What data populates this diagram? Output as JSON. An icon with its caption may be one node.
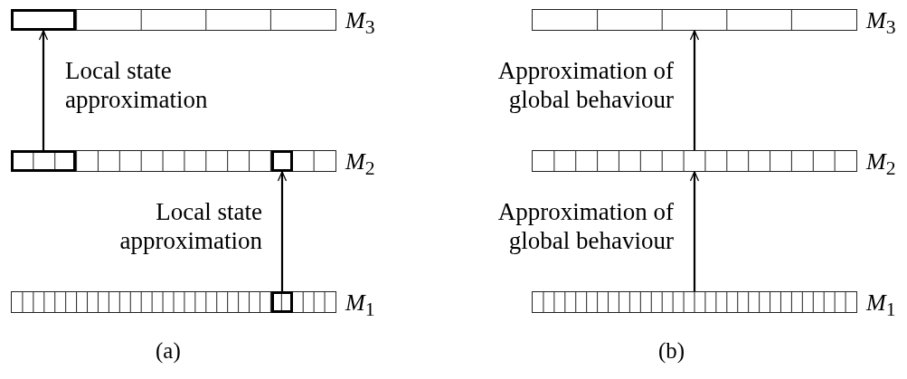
{
  "diagram": {
    "nodes": [
      {
        "text": [],
        "shape": "bar",
        "beside": [
          "*M*$_{3}$"
        ]
      },
      {
        "text": [],
        "shape": "box",
        "in": 0
      },
      {
        "text": [],
        "shape": "bar",
        "beside": [
          "*M*$_{2}$"
        ]
      },
      {
        "text": [],
        "shape": "box",
        "in": 2
      },
      {
        "text": [],
        "shape": "box",
        "in": 2
      },
      {
        "text": [],
        "shape": "bar",
        "beside": [
          "*M*$_{1}$"
        ]
      },
      {
        "text": [],
        "shape": "box",
        "in": 5
      },
      {
        "text": [],
        "shape": "bar",
        "beside": [
          "*M*$_{3}$"
        ]
      },
      {
        "text": [],
        "shape": "bar",
        "beside": [
          "*M*$_{2}$"
        ]
      },
      {
        "text": [],
        "shape": "bar",
        "beside": [
          "*M*$_{1}$"
        ]
      }
    ],
    "edges": [
      {
        "from": 3,
        "to": 1,
        "arrow": "to",
        "label": "Local state approximation"
      },
      {
        "from": 6,
        "to": 4,
        "arrow": "to",
        "label": "Local state approximation"
      },
      {
        "from": 9,
        "to": 8,
        "arrow": "to",
        "label": "Approximation of global behaviour"
      },
      {
        "from": 8,
        "to": 7,
        "arrow": "to",
        "label": "Approximation of global behaviour"
      }
    ],
    "labels": [
      "(a)",
      "(b)"
    ]
  }
}
